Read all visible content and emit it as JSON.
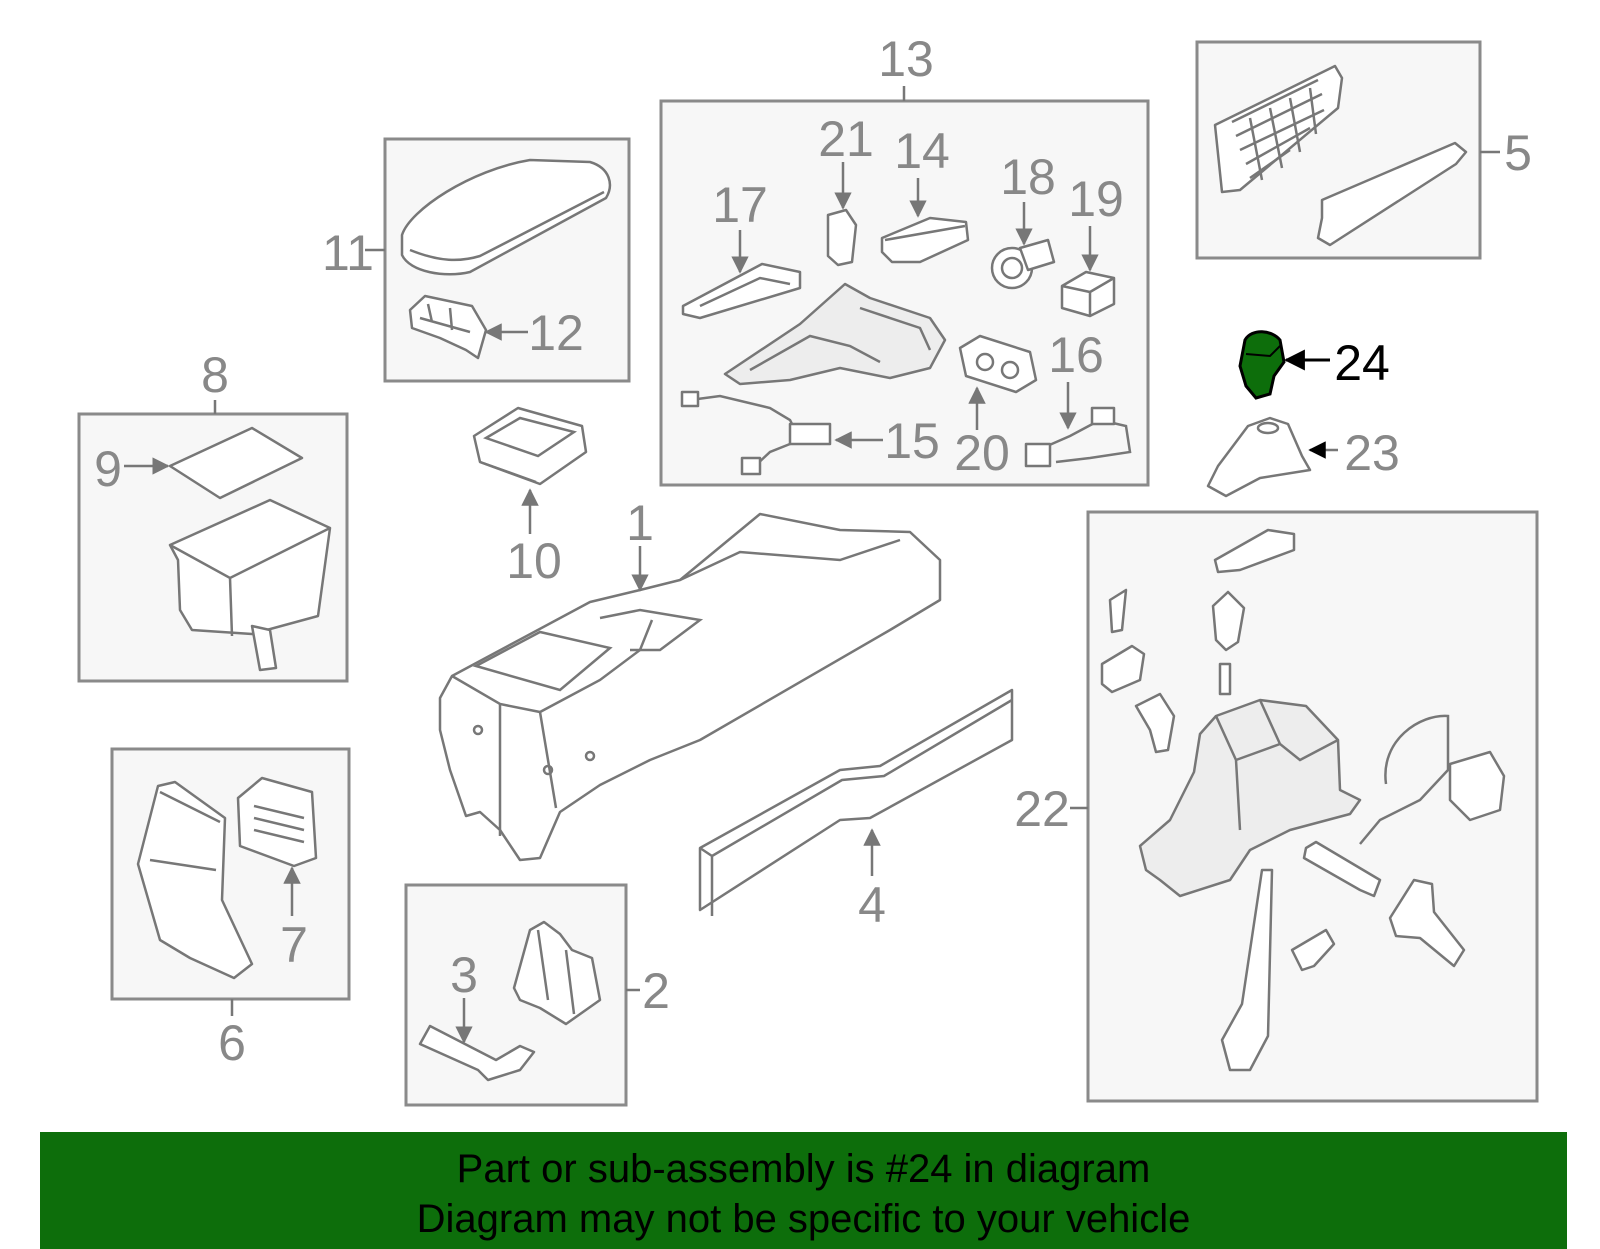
{
  "diagram": {
    "highlight_color": "#0d6e0b",
    "labels": {
      "p1": "1",
      "p2": "2",
      "p3": "3",
      "p4": "4",
      "p5": "5",
      "p6": "6",
      "p7": "7",
      "p8": "8",
      "p9": "9",
      "p10": "10",
      "p11": "11",
      "p12": "12",
      "p13": "13",
      "p14": "14",
      "p15": "15",
      "p16": "16",
      "p17": "17",
      "p18": "18",
      "p19": "19",
      "p20": "20",
      "p21": "21",
      "p22": "22",
      "p23": "23",
      "p24": "24"
    }
  },
  "banner": {
    "background": "#0d6e0b",
    "line1": "Part or sub-assembly is #24 in diagram",
    "line2": "Diagram may not be specific to your vehicle"
  }
}
